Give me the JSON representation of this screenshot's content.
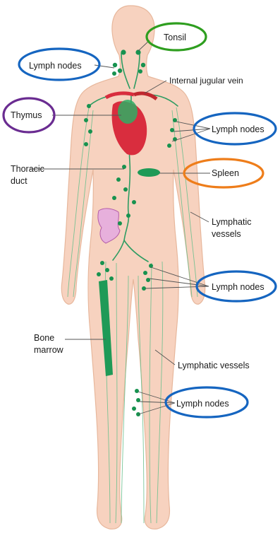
{
  "labels": {
    "tonsil": "Tonsil",
    "lymph_nodes_neck": "Lymph nodes",
    "internal_jugular_vein": "Internal jugular vein",
    "thymus": "Thymus",
    "lymph_nodes_armpit": "Lymph nodes",
    "thoracic_duct_line1": "Thoracic",
    "thoracic_duct_line2": "duct",
    "spleen": "Spleen",
    "lymphatic_vessels_arm_line1": "Lymphatic",
    "lymphatic_vessels_arm_line2": "vessels",
    "lymph_nodes_groin": "Lymph nodes",
    "bone_marrow_line1": "Bone",
    "bone_marrow_line2": "marrow",
    "lymphatic_vessels_leg": "Lymphatic vessels",
    "lymph_nodes_knee": "Lymph nodes"
  },
  "highlight_colors": {
    "blue": "#1565c0",
    "green": "#2e9e1f",
    "purple": "#6a2c91",
    "orange": "#ee7d1a"
  },
  "colors": {
    "skin": "#f7d2bf",
    "lymph": "#17924f",
    "heart": "#d92d3e"
  }
}
